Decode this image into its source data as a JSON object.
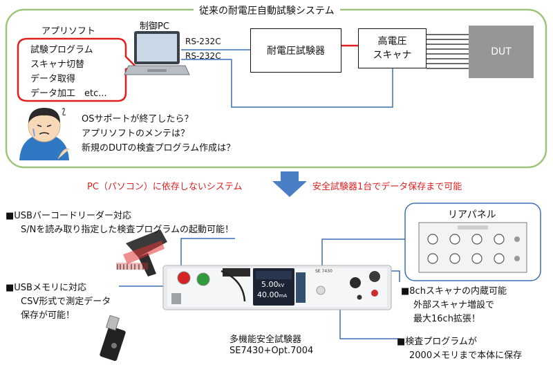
{
  "top": {
    "title": "従来の耐電圧自動試験システム",
    "app_heading": "アプリソフト",
    "app_items": [
      "試験プログラム",
      "スキャナ切替",
      "データ取得",
      "データ加工　etc..."
    ],
    "pc_label": "制御PC",
    "rs232c_1": "RS-232C",
    "rs232c_2": "RS-232C",
    "tester_label": "耐電圧試験器",
    "scanner_line1": "高電圧",
    "scanner_line2": "スキャナ",
    "dut_label": "DUT",
    "concerns": [
      "OSサポートが終了したら？",
      "アプリソフトのメンテは？",
      "新規のDUTの検査プログラム作成は？"
    ]
  },
  "middle": {
    "left_text": "PC（パソコン）に依存しないシステム",
    "right_text": "安全試験器1台でデータ保存まで可能"
  },
  "bottom": {
    "usb_barcode_line1": "■USBバーコードリーダー対応",
    "usb_barcode_line2": "S/Nを読み取り指定した検査プログラムの起動可能！",
    "usb_memory_line1": "■USBメモリに対応",
    "usb_memory_line2": "CSV形式で測定データ",
    "usb_memory_line3": "保存が可能！",
    "rear_panel_title": "リアパネル",
    "scanner_line1": "■8chスキャナの内蔵可能",
    "scanner_line2": "外部スキャナ増設で",
    "scanner_line3": "最大16ch拡張！",
    "program_line1": "■検査プログラムが",
    "program_line2": "2000メモリまで本体に保存",
    "device_name": "多機能安全試験器",
    "device_model": "SE7430+Opt.7004",
    "device_screen_val1": "5.00",
    "device_screen_unit1": "kV",
    "device_screen_val2": "40.00",
    "device_screen_unit2": "mA",
    "device_badge": "SE 7430"
  },
  "colors": {
    "frame_green": "#9dc47a",
    "line_blue": "#3b6fb6",
    "red_text": "#e02020",
    "arrow_blue": "#4a7fc6"
  }
}
